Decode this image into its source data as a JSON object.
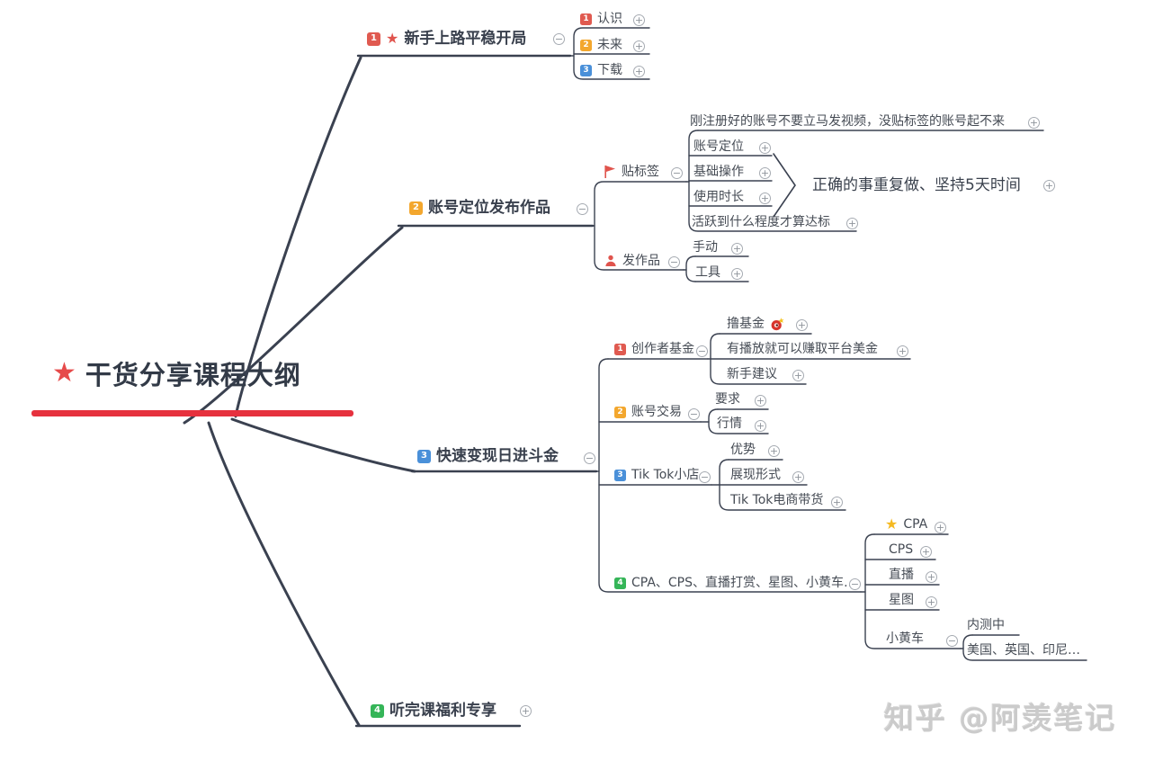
{
  "icons": {
    "collapse": "−",
    "expand": "+",
    "star": "★"
  },
  "central": {
    "label": "干货分享课程大纲"
  },
  "b1": {
    "badge": "1",
    "label": "新手上路平稳开局",
    "c": [
      {
        "badge": "1",
        "label": "认识"
      },
      {
        "badge": "2",
        "label": "未来"
      },
      {
        "badge": "3",
        "label": "下载"
      }
    ]
  },
  "b2": {
    "badge": "2",
    "label": "账号定位发布作品",
    "tag": {
      "label": "贴标签",
      "note": "刚注册好的账号不要立马发视频，没贴标签的账号起不来",
      "c": [
        "账号定位",
        "基础操作",
        "使用时长"
      ],
      "last": "活跃到什么程度才算达标",
      "summary": "正确的事重复做、坚持5天时间"
    },
    "pub": {
      "label": "发作品",
      "c": [
        "手动",
        "工具"
      ]
    }
  },
  "b3": {
    "badge": "3",
    "label": "快速变现日进斗金",
    "fund": {
      "badge": "1",
      "label": "创作者基金",
      "c": [
        "撸基金",
        "有播放就可以赚取平台美金",
        "新手建议"
      ]
    },
    "trade": {
      "badge": "2",
      "label": "账号交易",
      "c": [
        "要求",
        "行情"
      ]
    },
    "shop": {
      "badge": "3",
      "label": "Tik Tok小店",
      "c": [
        "优势",
        "展现形式",
        "Tik Tok电商带货"
      ]
    },
    "mon": {
      "badge": "4",
      "label": "CPA、CPS、直播打赏、星图、小黄车…",
      "c": [
        "CPA",
        "CPS",
        "直播",
        "星图",
        "小黄车"
      ],
      "cart": {
        "c": [
          "内测中",
          "美国、英国、印尼…"
        ]
      }
    }
  },
  "b4": {
    "badge": "4",
    "label": "听完课福利专享"
  },
  "watermark": "知乎 @阿羡笔记",
  "colors": {
    "badge_red": "#e05a50",
    "badge_orange": "#f3a72e",
    "badge_blue": "#4a90d9",
    "badge_green": "#35b558",
    "accent_red": "#e6313e",
    "line": "#3a4150",
    "text": "#454b54",
    "watermark": "#cbcbcb"
  }
}
